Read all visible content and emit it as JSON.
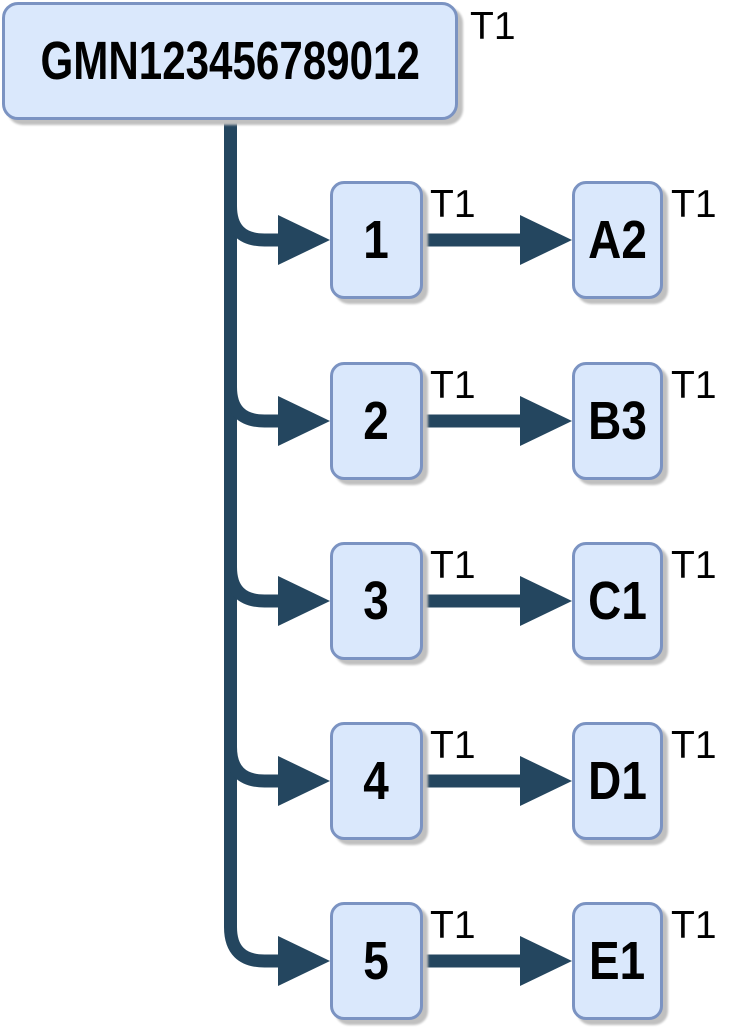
{
  "colors": {
    "node_fill": "#dae8fc",
    "node_border": "#7b93c2",
    "connector": "#24465f",
    "shadow": "#c0c0c0",
    "text": "#000000"
  },
  "diagram": {
    "type": "tree-flowchart",
    "root": {
      "label": "GMN123456789012",
      "tag": "T1"
    },
    "rows": [
      {
        "step": "1",
        "step_tag": "T1",
        "result": "A2",
        "result_tag": "T1"
      },
      {
        "step": "2",
        "step_tag": "T1",
        "result": "B3",
        "result_tag": "T1"
      },
      {
        "step": "3",
        "step_tag": "T1",
        "result": "C1",
        "result_tag": "T1"
      },
      {
        "step": "4",
        "step_tag": "T1",
        "result": "D1",
        "result_tag": "T1"
      },
      {
        "step": "5",
        "step_tag": "T1",
        "result": "E1",
        "result_tag": "T1"
      }
    ]
  }
}
